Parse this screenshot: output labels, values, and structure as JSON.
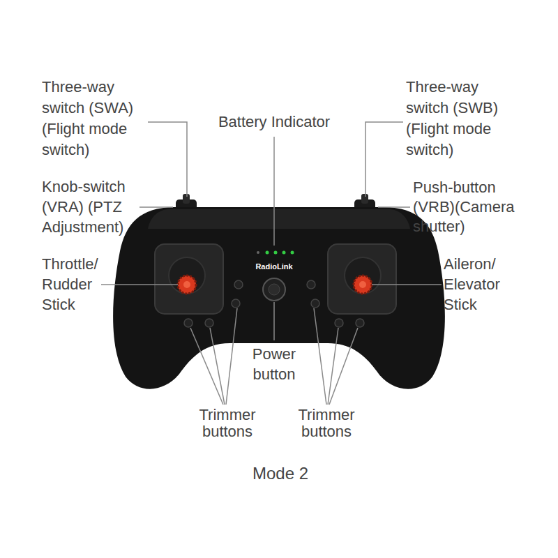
{
  "diagram": {
    "caption": "Mode 2",
    "labels": [
      "Three-way switch (SWA) (Flight mode switch)",
      "Battery Indicator",
      "Three-way switch (SWB) (Flight mode switch)",
      "Knob-switch (VRA) (PTZ Adjustment)",
      "Push-button (VRB)(Camera shutter)",
      "RadioLink",
      "Throttle/ Rudder Stick",
      "Aileron/ Elevator Stick",
      "Power button",
      "Trimmer buttons",
      "Trimmer buttons"
    ]
  }
}
